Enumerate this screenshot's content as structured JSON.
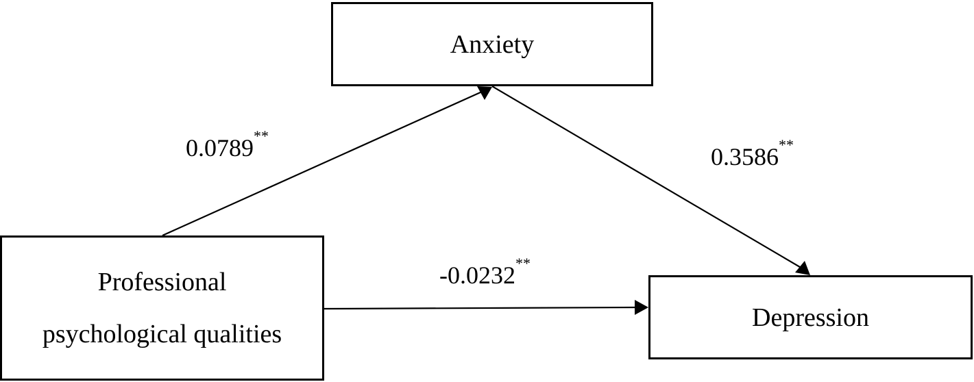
{
  "diagram": {
    "nodes": {
      "anxiety": {
        "label": "Anxiety"
      },
      "depression": {
        "label": "Depression"
      },
      "predictor": {
        "line1": "Professional",
        "line2": "psychological qualities"
      }
    },
    "edges": [
      {
        "from": "predictor",
        "to": "anxiety",
        "coefficient": "0.0789",
        "significance": "**"
      },
      {
        "from": "anxiety",
        "to": "depression",
        "coefficient": "0.3586",
        "significance": "**"
      },
      {
        "from": "predictor",
        "to": "depression",
        "coefficient": "-0.0232",
        "significance": "**"
      }
    ]
  }
}
